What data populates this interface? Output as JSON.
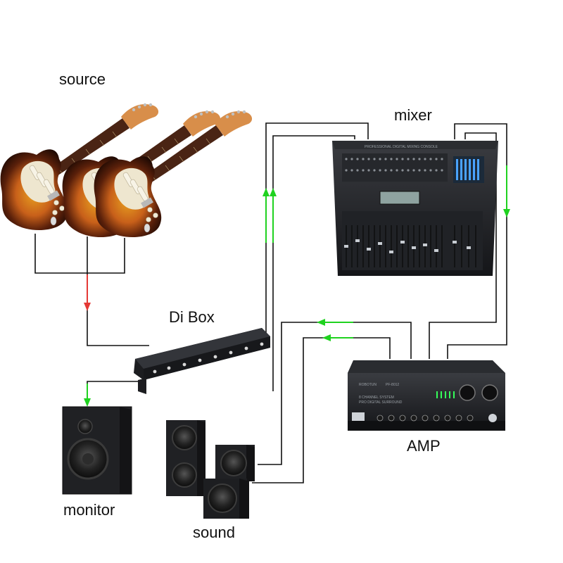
{
  "labels": {
    "source": "source",
    "mixer": "mixer",
    "dibox": "Di Box",
    "amp": "AMP",
    "monitor": "monitor",
    "sound": "sound"
  },
  "device_text": {
    "mixer_header": "PROFESSIONAL DIGITAL MIXING CONSOLE",
    "amp_brand": "ROBOTUN",
    "amp_model": "PF-8012",
    "amp_line1": "8 CHANNEL SYSTEM",
    "amp_line2": "PRO DIGITAL SURROUND"
  },
  "colors": {
    "cable": "#111111",
    "flow_red": "#e53935",
    "flow_green": "#1fd21f",
    "device_dark": "#1c1d20",
    "guitar_sunburst_center": "#e8a020",
    "guitar_sunburst_edge": "#2a0f05",
    "pickguard": "#eee6cf",
    "fretboard": "#4a2414",
    "headstock": "#d88e4a"
  }
}
